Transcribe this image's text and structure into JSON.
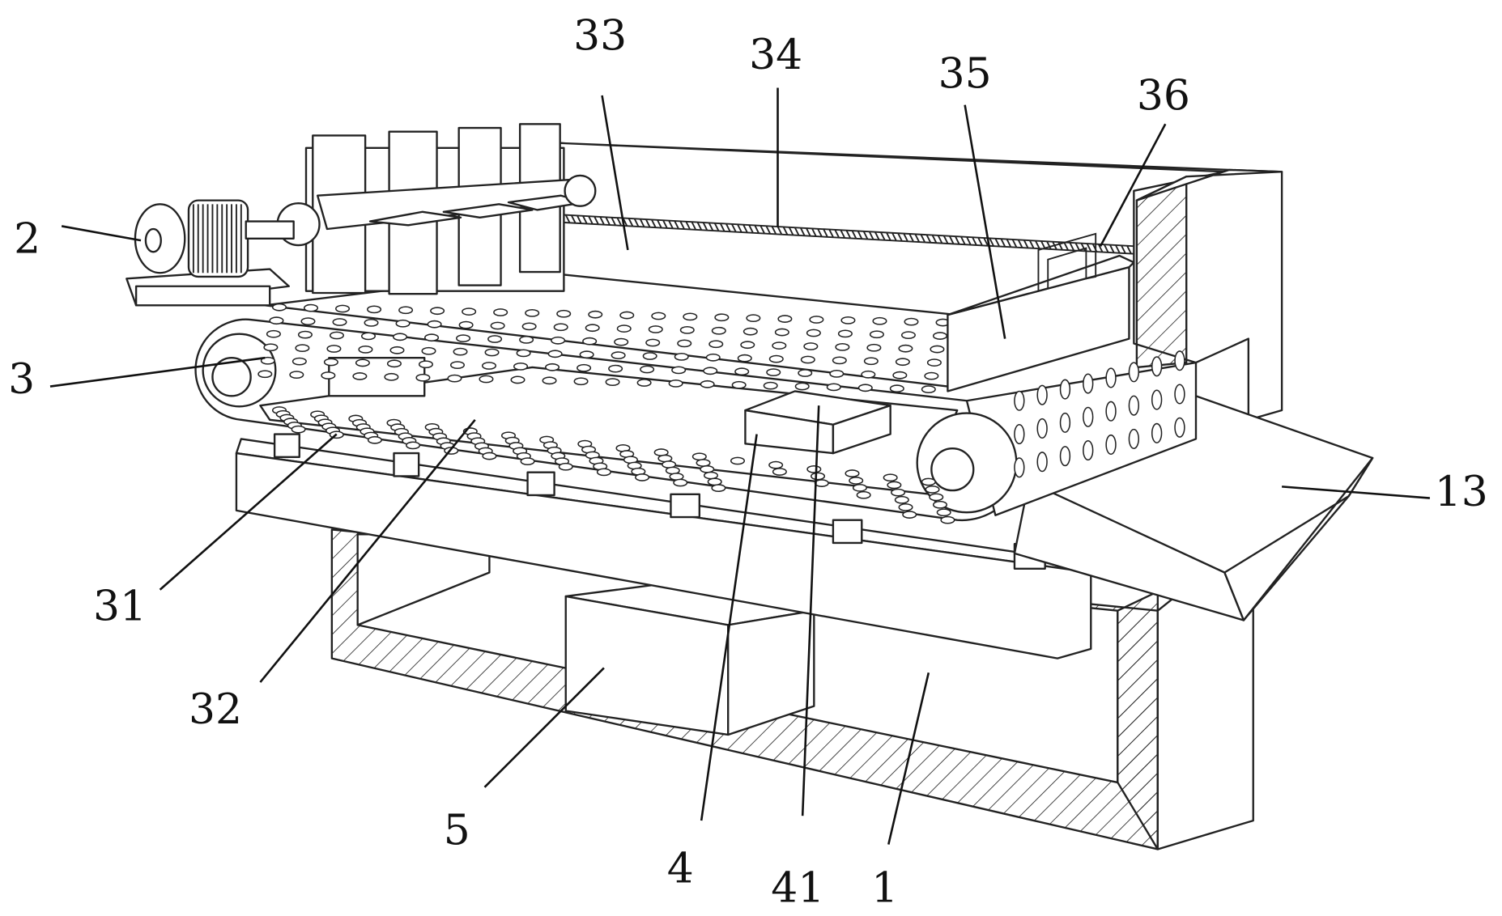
{
  "figure": {
    "labels": {
      "motor": "2",
      "conveyor": "3",
      "belt": "31",
      "perforations": "32",
      "plate": "33",
      "screw_rod": "34",
      "pusher_box": "35",
      "handle": "36",
      "chute": "13",
      "collector_box": "5",
      "support_block": "4",
      "support_column": "41",
      "base": "1"
    }
  }
}
